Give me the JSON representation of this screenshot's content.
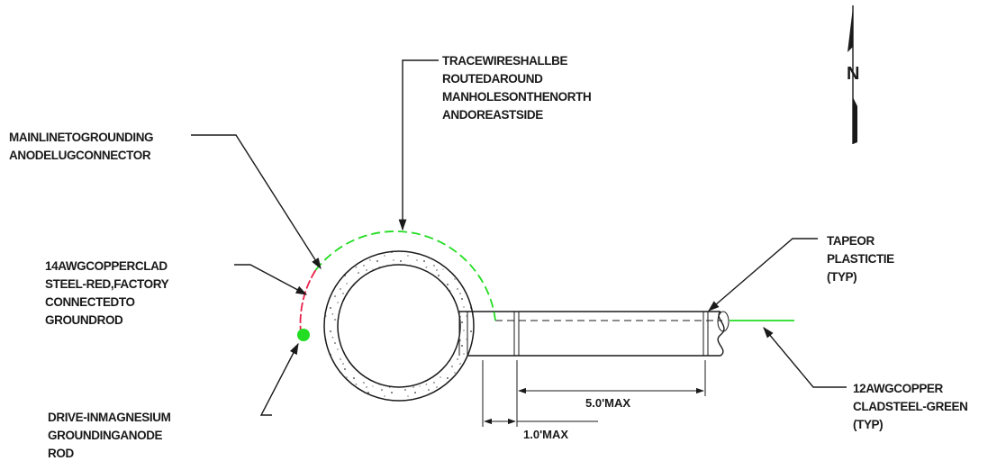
{
  "north_label": "N",
  "colors": {
    "ink": "#1a1a1a",
    "trace_wire_green": "#22dd22",
    "red_wire": "#e8204a",
    "anode_dot": "#22dd22"
  },
  "callouts": {
    "trace_wire": [
      "TRACEWIRESHALLBE",
      "ROUTEDAROUND",
      "MANHOLESONTHENORTH",
      "ANDOREASTSIDE"
    ],
    "mainline": [
      "MAINLINETOGROUNDING",
      "ANODELUGCONNECTOR"
    ],
    "copperclad_red": [
      "14AWGCOPPERCLAD",
      "STEEL-RED,FACTORY",
      "CONNECTEDTO",
      "GROUNDROD"
    ],
    "anode": [
      "DRIVE-INMAGNESIUM",
      "GROUNDINGANODE",
      "ROD"
    ],
    "tape": [
      "TAPEOR",
      "PLASTICTIE",
      "(TYP)"
    ],
    "copper_green": [
      "12AWGCOPPER",
      "CLADSTEEL-GREEN",
      "(TYP)"
    ]
  },
  "dimensions": {
    "tie_spacing": "5.0'MAX",
    "first_tie": "1.0'MAX"
  }
}
